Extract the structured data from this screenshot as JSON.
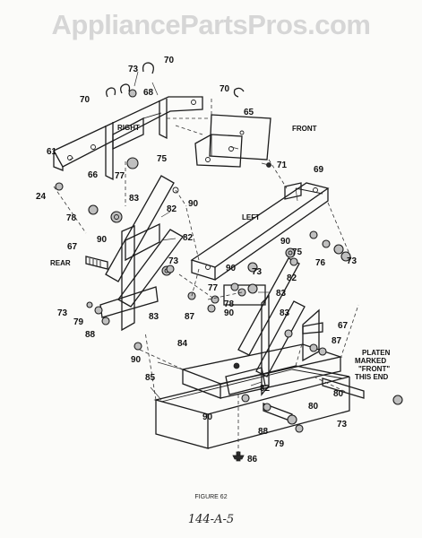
{
  "watermark": "AppliancePartsPros.com",
  "figure_caption": "FIGURE 62",
  "handwritten_code": "144-A-5",
  "side_labels": {
    "right": "RIGHT",
    "front": "FRONT",
    "left": "LEFT",
    "rear": "REAR"
  },
  "platen_note": {
    "line1": "PLATEN",
    "line2": "MARKED",
    "line3": "\"FRONT\"",
    "line4": "THIS END"
  },
  "callouts": {
    "c70a": "70",
    "c70b": "70",
    "c70c": "70",
    "c73a": "73",
    "c73b": "73",
    "c73c": "73",
    "c73d": "73",
    "c73e": "73",
    "c73f": "73",
    "c68": "68",
    "c65": "65",
    "c61": "61",
    "c66": "66",
    "c77a": "77",
    "c77b": "77",
    "c75a": "75",
    "c75b": "75",
    "c71": "71",
    "c24": "24",
    "c90a": "90",
    "c90b": "90",
    "c90c": "90",
    "c90d": "90",
    "c90e": "90",
    "c90f": "90",
    "c90g": "90",
    "c69": "69",
    "c78a": "78",
    "c78b": "78",
    "c83a": "83",
    "c83b": "83",
    "c83c": "83",
    "c83d": "83",
    "c82a": "82",
    "c82b": "82",
    "c82c": "82",
    "c82d": "82",
    "c67a": "67",
    "c67b": "67",
    "c76": "76",
    "c80a": "80",
    "c80b": "80",
    "c79a": "79",
    "c79b": "79",
    "c88a": "88",
    "c88b": "88",
    "c87a": "87",
    "c87b": "87",
    "c84": "84",
    "c85": "85",
    "c86": "86"
  }
}
